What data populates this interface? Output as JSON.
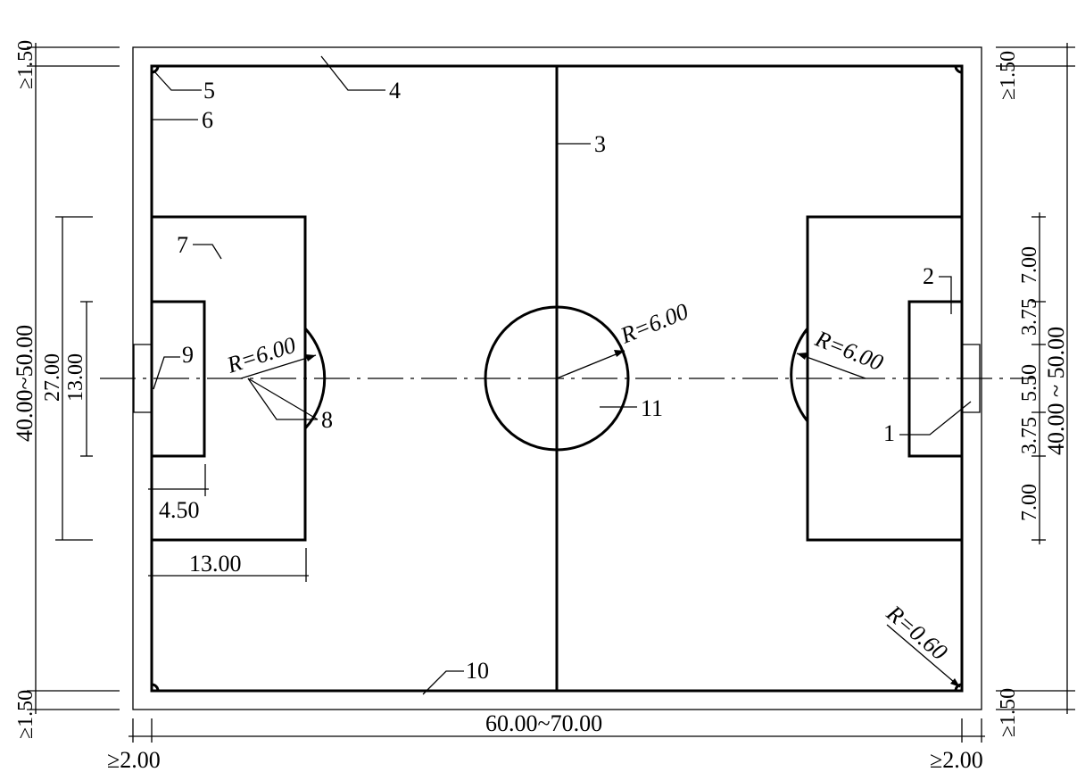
{
  "callouts": {
    "n1": "1",
    "n2": "2",
    "n3": "3",
    "n4": "4",
    "n5": "5",
    "n6": "6",
    "n7": "7",
    "n8": "8",
    "n9": "9",
    "n10": "10",
    "n11": "11"
  },
  "radii": {
    "left_arc": "R=6.00",
    "center_circle": "R=6.00",
    "right_arc": "R=6.00",
    "corner": "R=0.60"
  },
  "dimensions": {
    "left_top_clearance": "≥1.50",
    "left_width_range": "40.00~50.00",
    "left_penalty_width": "27.00",
    "left_goal_area_width": "13.00",
    "left_bottom_clearance": "≥1.50",
    "goal_area_depth": "4.50",
    "penalty_depth": "13.00",
    "length_range": "60.00~70.00",
    "bottom_left_clearance": "≥2.00",
    "bottom_right_clearance": "≥2.00",
    "right_top_clearance": "≥1.50",
    "right_seg_upper": "7.00",
    "right_seg_goal_upper": "3.75",
    "right_seg_goal": "5.50",
    "right_seg_goal_lower": "3.75",
    "right_seg_lower": "7.00",
    "right_width_range": "40.00 ~ 50.00",
    "right_bottom_clearance": "≥1.50"
  }
}
